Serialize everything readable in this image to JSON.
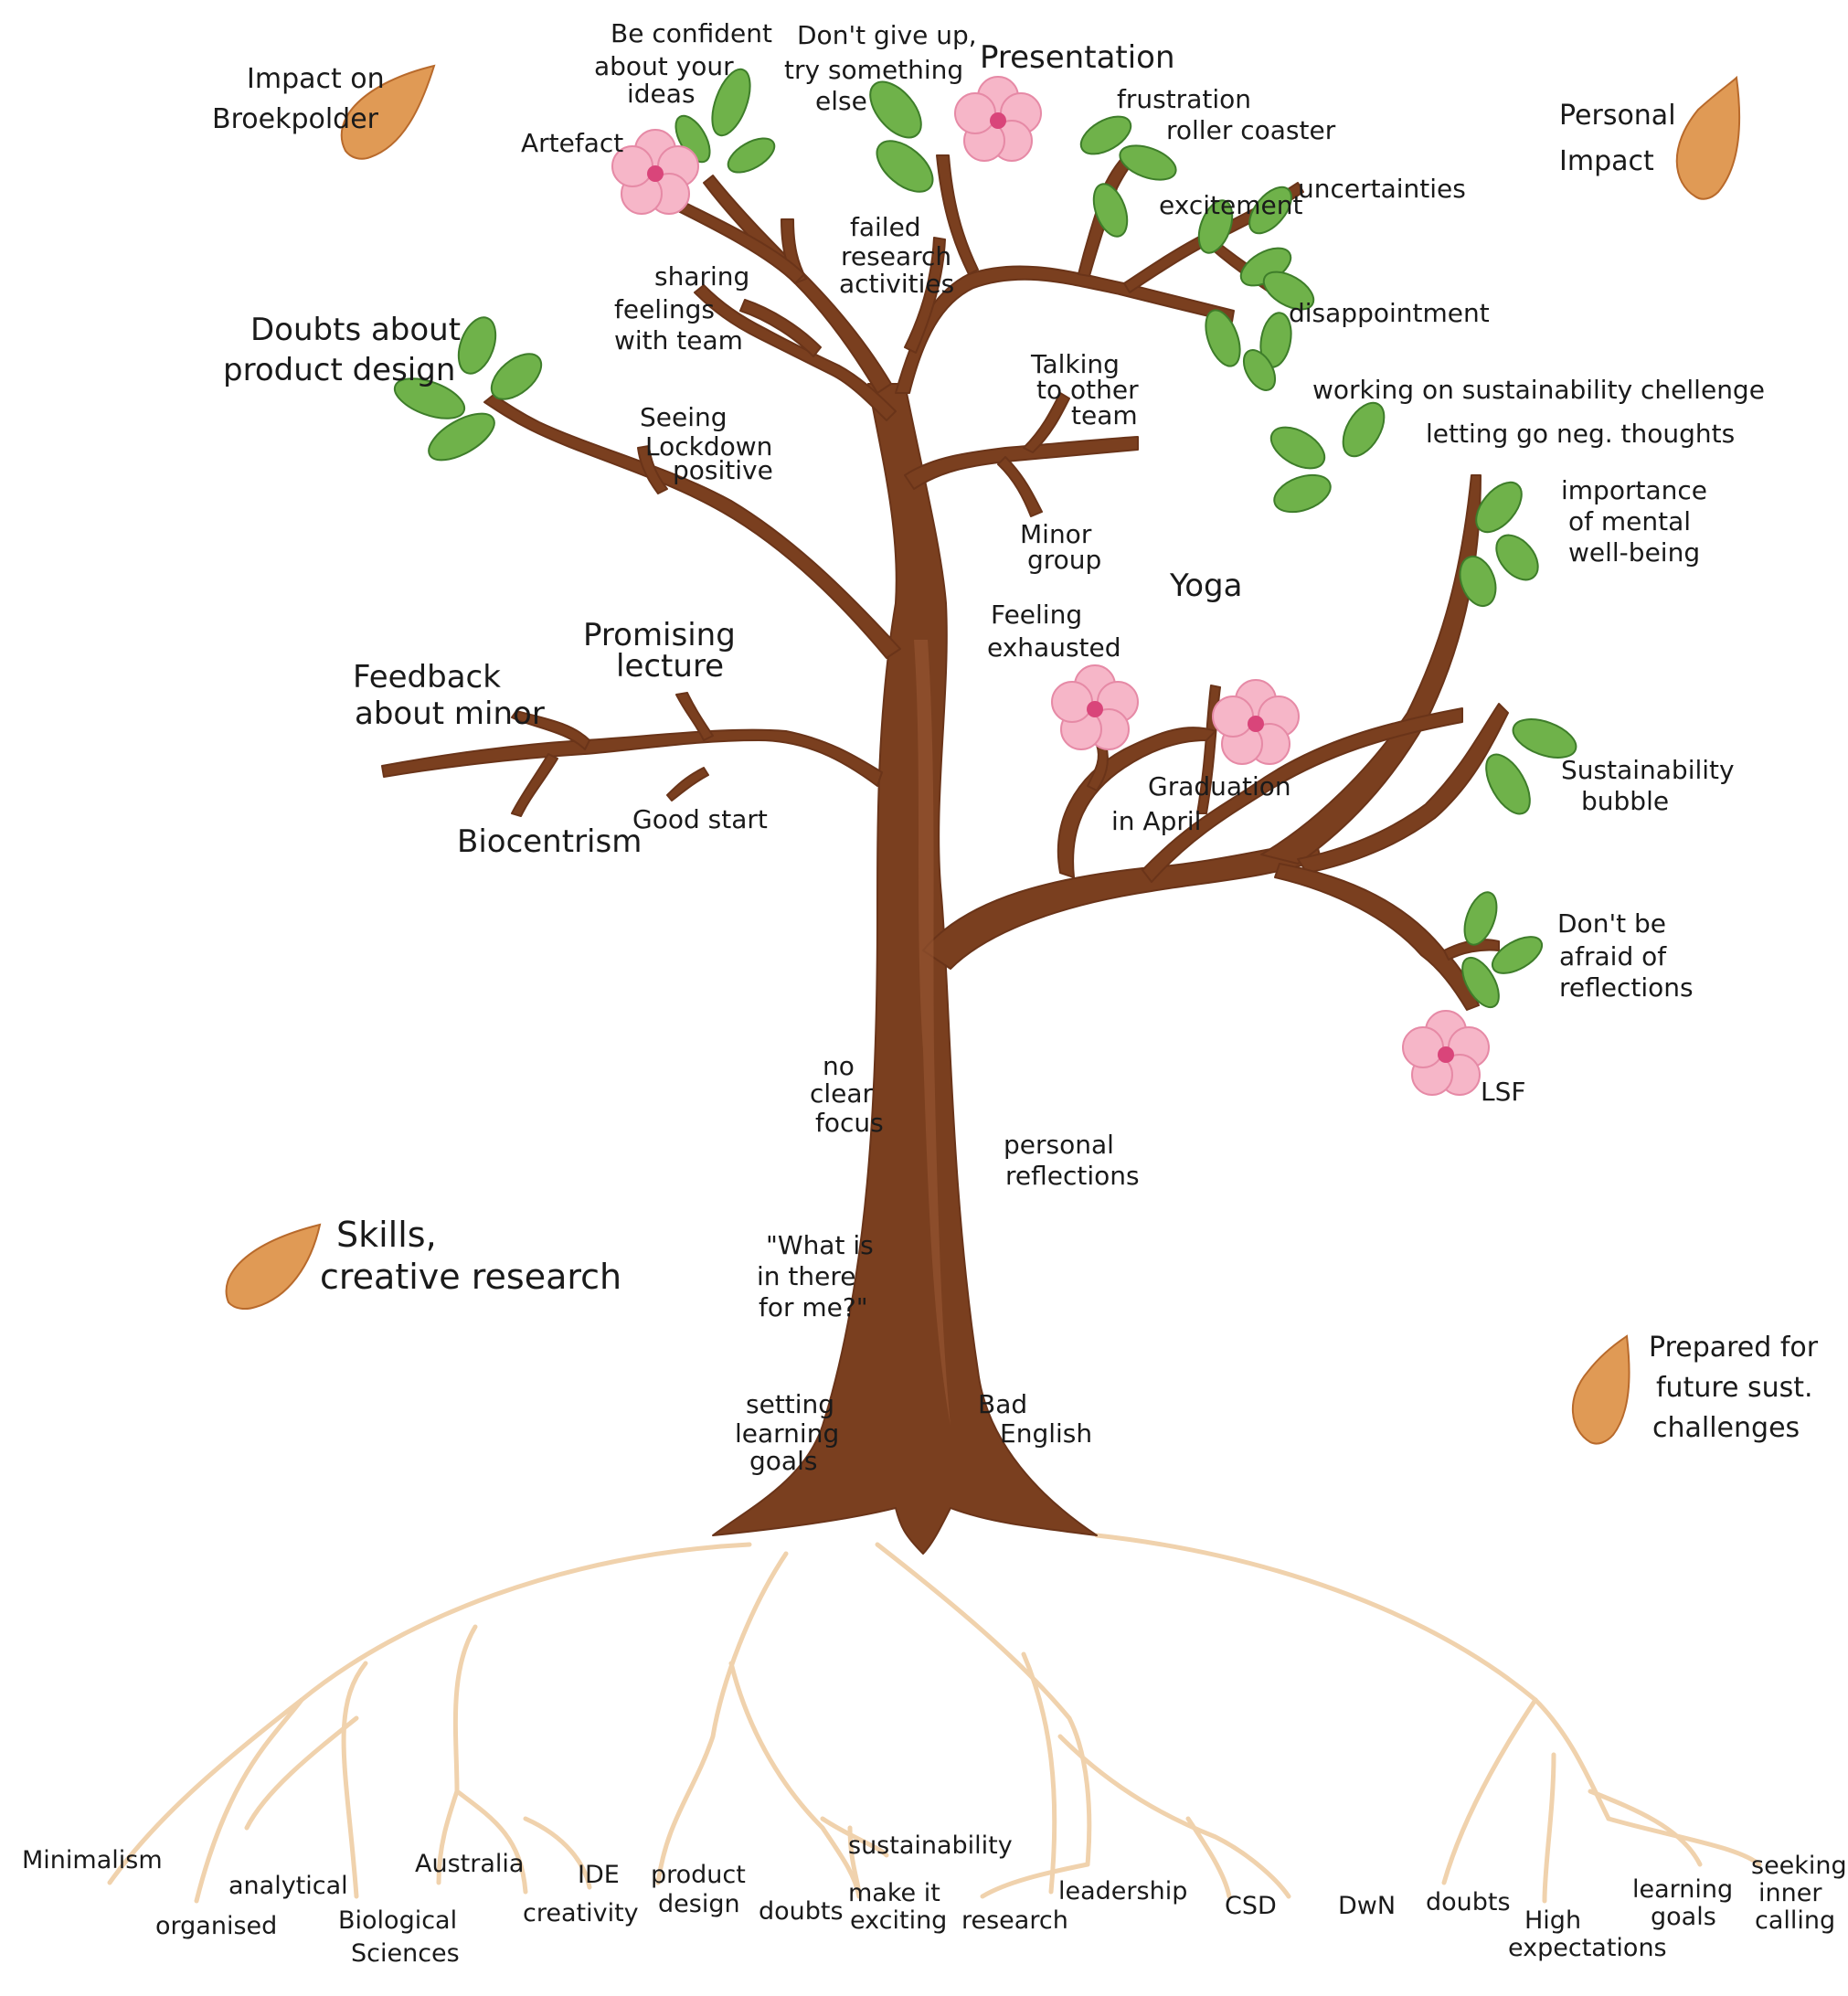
{
  "seeds": {
    "top_left": [
      "Impact on",
      "Broekpolder"
    ],
    "top_right": [
      "Personal",
      "Impact"
    ],
    "mid_left": [
      "Skills,",
      "creative research"
    ],
    "bottom_right": [
      "Prepared for",
      "future sust.",
      "challenges"
    ]
  },
  "branch_labels": {
    "be_confident": [
      "Be confident",
      "about your",
      "ideas"
    ],
    "dont_give_up": [
      "Don't give up,",
      "try something",
      "else"
    ],
    "presentation": [
      "Presentation"
    ],
    "frustration": [
      "frustration"
    ],
    "roller_coaster": [
      "roller coaster"
    ],
    "artefact": [
      "Artefact"
    ],
    "excitement": [
      "excitement"
    ],
    "uncertainties": [
      "uncertainties"
    ],
    "failed_research": [
      "failed",
      "research",
      "activities"
    ],
    "sharing_feelings": [
      "sharing",
      "feelings",
      "with team"
    ],
    "disappointment": [
      "disappointment"
    ],
    "doubts_product": [
      "Doubts about",
      "product design"
    ],
    "talking_team": [
      "Talking",
      "to other",
      "team"
    ],
    "working_sust": [
      "working on sustainability chellenge"
    ],
    "letting_go": [
      "letting go neg. thoughts"
    ],
    "seeing_lockdown": [
      "Seeing",
      "Lockdown",
      "positive"
    ],
    "importance_mental": [
      "importance",
      "of mental",
      "well-being"
    ],
    "minor_group": [
      "Minor",
      "group"
    ],
    "yoga": [
      "Yoga"
    ],
    "feeling_exhausted": [
      "Feeling",
      "exhausted"
    ],
    "promising_lecture": [
      "Promising",
      "lecture"
    ],
    "feedback_minor": [
      "Feedback",
      "about minor"
    ],
    "sustainability_bubble": [
      "Sustainability",
      "bubble"
    ],
    "graduation": [
      "Graduation",
      "in April"
    ],
    "good_start": [
      "Good start"
    ],
    "biocentrism": [
      "Biocentrism"
    ],
    "dont_be_afraid": [
      "Don't be",
      "afraid of",
      "reflections"
    ],
    "lsf": [
      "LSF"
    ],
    "no_clear_focus": [
      "no",
      "clear",
      "focus"
    ],
    "personal_reflections": [
      "personal",
      "reflections"
    ],
    "what_is_in_there": [
      "\"What is",
      "in there",
      "for me?\""
    ],
    "setting_goals": [
      "setting",
      "learning",
      "goals"
    ],
    "bad_english": [
      "Bad",
      "English"
    ]
  },
  "root_labels": {
    "minimalism": [
      "Minimalism"
    ],
    "analytical": [
      "analytical"
    ],
    "australia": [
      "Australia"
    ],
    "ide": [
      "IDE"
    ],
    "product_design": [
      "product",
      "design"
    ],
    "sustainability": [
      "sustainability"
    ],
    "organised": [
      "organised"
    ],
    "biological_sciences": [
      "Biological",
      "Sciences"
    ],
    "creativity": [
      "creativity"
    ],
    "doubts_1": [
      "doubts"
    ],
    "make_exciting": [
      "make it",
      "exciting"
    ],
    "research": [
      "research"
    ],
    "leadership": [
      "leadership"
    ],
    "csd": [
      "CSD"
    ],
    "dwn": [
      "DwN"
    ],
    "doubts_2": [
      "doubts"
    ],
    "high_expectations": [
      "High",
      "expectations"
    ],
    "learning_goals": [
      "learning",
      "goals"
    ],
    "seeking_inner": [
      "seeking",
      "inner",
      "calling"
    ]
  },
  "colors": {
    "trunk": "#7a3f1f",
    "trunk_light": "#9a5a34",
    "root": "#f0d2ad",
    "leaf": "#6fb24a",
    "leaf_dark": "#3e7d2a",
    "blossom": "#f6b6c8",
    "blossom_center": "#d9457a",
    "seed": "#e09a55",
    "seed_dark": "#b86a2c"
  }
}
